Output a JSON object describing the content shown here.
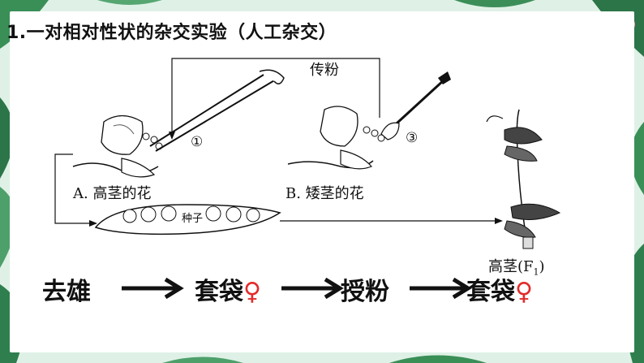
{
  "title": "1.一对相对性状的杂交实验（人工杂交）",
  "diagram": {
    "pollination_label": "传粉",
    "marker_1": "①",
    "marker_3": "③",
    "flower_a_label": "A. 高茎的花",
    "flower_b_label": "B. 矮茎的花",
    "seed_label": "种子",
    "offspring_label_main": "高茎",
    "offspring_label_sub": "(F",
    "offspring_label_index": "1",
    "offspring_label_close": ")"
  },
  "steps": [
    {
      "label": "去雄",
      "symbol": ""
    },
    {
      "label": "套袋",
      "symbol": "♀"
    },
    {
      "label": "授粉",
      "symbol": ""
    },
    {
      "label": "套袋",
      "symbol": "♀"
    }
  ],
  "colors": {
    "female_symbol": "#e32a2a",
    "leaf_green": "#2f8a4b",
    "leaf_dark": "#1f5f34"
  }
}
